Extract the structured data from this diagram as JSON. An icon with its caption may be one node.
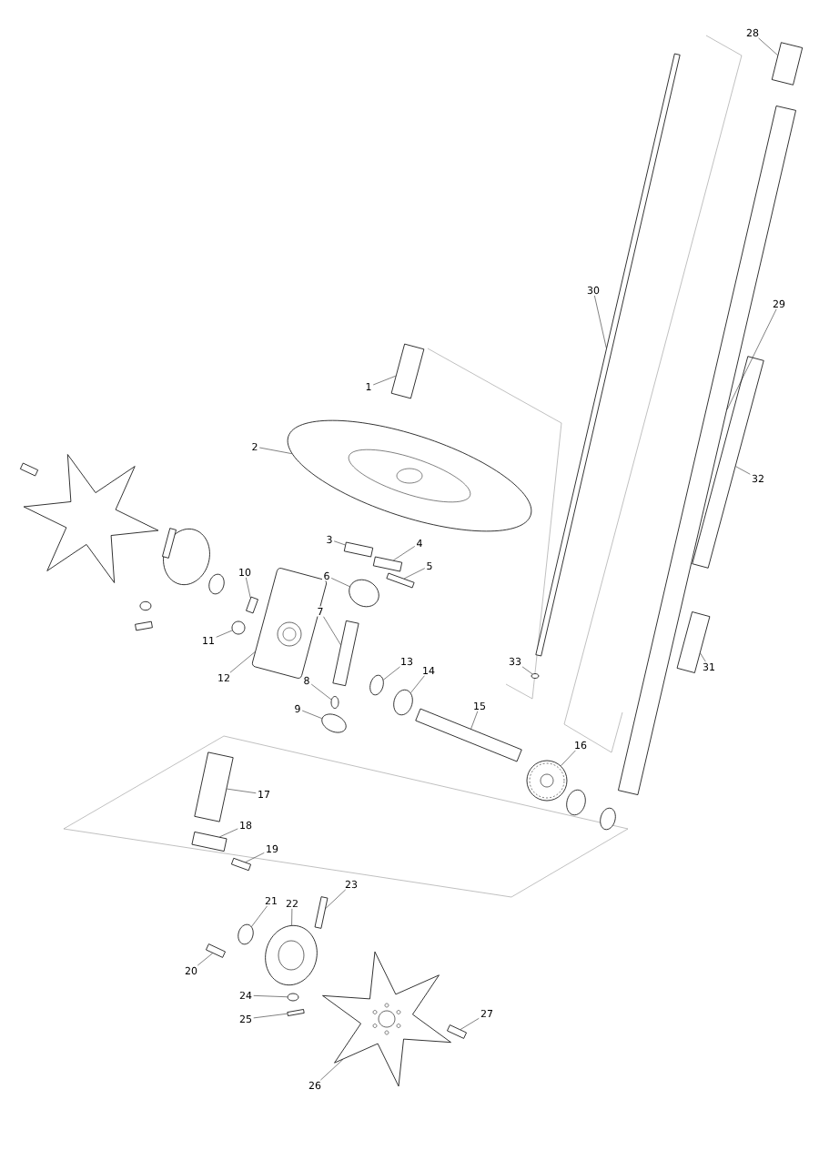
{
  "diagram": {
    "nodes": [
      {
        "text": [
          "1"
        ]
      },
      {
        "text": [
          "2"
        ]
      },
      {
        "text": [
          "3"
        ]
      },
      {
        "text": [
          "4"
        ]
      },
      {
        "text": [
          "5"
        ]
      },
      {
        "text": [
          "6"
        ]
      },
      {
        "text": [
          "7"
        ]
      },
      {
        "text": [
          "8"
        ]
      },
      {
        "text": [
          "9"
        ]
      },
      {
        "text": [
          "10"
        ]
      },
      {
        "text": [
          "11"
        ]
      },
      {
        "text": [
          "12"
        ]
      },
      {
        "text": [
          "13"
        ]
      },
      {
        "text": [
          "14"
        ]
      },
      {
        "text": [
          "15"
        ]
      },
      {
        "text": [
          "16"
        ]
      },
      {
        "text": [
          "17"
        ]
      },
      {
        "text": [
          "18"
        ]
      },
      {
        "text": [
          "19"
        ]
      },
      {
        "text": [
          "20"
        ]
      },
      {
        "text": [
          "21"
        ]
      },
      {
        "text": [
          "22"
        ]
      },
      {
        "text": [
          "23"
        ]
      },
      {
        "text": [
          "24"
        ]
      },
      {
        "text": [
          "25"
        ]
      },
      {
        "text": [
          "26"
        ]
      },
      {
        "text": [
          "27"
        ]
      },
      {
        "text": [
          "28"
        ]
      },
      {
        "text": [
          "29"
        ]
      },
      {
        "text": [
          "30"
        ]
      },
      {
        "text": [
          "31"
        ]
      },
      {
        "text": [
          "32"
        ]
      },
      {
        "text": [
          "33"
        ]
      },
      {
        "text": [],
        "shape": "box"
      },
      {
        "text": [],
        "shape": "picture"
      },
      {
        "text": [],
        "shape": "box"
      },
      {
        "text": [],
        "shape": "box"
      },
      {
        "text": [],
        "shape": "box"
      },
      {
        "text": [],
        "shape": "circle"
      },
      {
        "text": [],
        "shape": "box"
      },
      {
        "text": [],
        "shape": "circle"
      },
      {
        "text": [],
        "shape": "circle"
      },
      {
        "text": [],
        "shape": "box"
      },
      {
        "text": [],
        "shape": "circle"
      },
      {
        "text": [],
        "shape": "picture"
      },
      {
        "text": [],
        "shape": "circle"
      },
      {
        "text": [],
        "shape": "circle"
      },
      {
        "text": [],
        "shape": "box"
      },
      {
        "text": [],
        "shape": "picture"
      },
      {
        "text": [],
        "shape": "box"
      },
      {
        "text": [],
        "shape": "box"
      },
      {
        "text": [],
        "shape": "box"
      },
      {
        "text": [],
        "shape": "box"
      },
      {
        "text": [],
        "shape": "circle"
      },
      {
        "text": [],
        "shape": "picture"
      },
      {
        "text": [],
        "shape": "box"
      },
      {
        "text": [],
        "shape": "circle"
      },
      {
        "text": [],
        "shape": "box"
      },
      {
        "text": [],
        "shape": "picture"
      },
      {
        "text": [],
        "shape": "box"
      },
      {
        "text": [],
        "shape": "box"
      },
      {
        "text": [],
        "shape": "box"
      },
      {
        "text": [],
        "shape": "box"
      },
      {
        "text": [],
        "shape": "box"
      },
      {
        "text": [],
        "shape": "box"
      },
      {
        "text": [],
        "shape": "circle"
      }
    ],
    "edges": [
      {
        "from": 0,
        "to": 33,
        "arrow": "none"
      },
      {
        "from": 1,
        "to": 34,
        "arrow": "none"
      },
      {
        "from": 2,
        "to": 35,
        "arrow": "none"
      },
      {
        "from": 3,
        "to": 36,
        "arrow": "none"
      },
      {
        "from": 4,
        "to": 37,
        "arrow": "none"
      },
      {
        "from": 5,
        "to": 38,
        "arrow": "none"
      },
      {
        "from": 6,
        "to": 39,
        "arrow": "none"
      },
      {
        "from": 7,
        "to": 40,
        "arrow": "none"
      },
      {
        "from": 8,
        "to": 41,
        "arrow": "none"
      },
      {
        "from": 9,
        "to": 42,
        "arrow": "none"
      },
      {
        "from": 10,
        "to": 43,
        "arrow": "none"
      },
      {
        "from": 11,
        "to": 44,
        "arrow": "none"
      },
      {
        "from": 12,
        "to": 45,
        "arrow": "none"
      },
      {
        "from": 13,
        "to": 46,
        "arrow": "none"
      },
      {
        "from": 14,
        "to": 47,
        "arrow": "none"
      },
      {
        "from": 15,
        "to": 48,
        "arrow": "none"
      },
      {
        "from": 16,
        "to": 49,
        "arrow": "none"
      },
      {
        "from": 17,
        "to": 50,
        "arrow": "none"
      },
      {
        "from": 18,
        "to": 51,
        "arrow": "none"
      },
      {
        "from": 19,
        "to": 52,
        "arrow": "none"
      },
      {
        "from": 20,
        "to": 53,
        "arrow": "none"
      },
      {
        "from": 21,
        "to": 54,
        "arrow": "none"
      },
      {
        "from": 22,
        "to": 55,
        "arrow": "none"
      },
      {
        "from": 23,
        "to": 56,
        "arrow": "none"
      },
      {
        "from": 24,
        "to": 57,
        "arrow": "none"
      },
      {
        "from": 25,
        "to": 58,
        "arrow": "none"
      },
      {
        "from": 26,
        "to": 59,
        "arrow": "none"
      },
      {
        "from": 27,
        "to": 60,
        "arrow": "none"
      },
      {
        "from": 28,
        "to": 61,
        "arrow": "none"
      },
      {
        "from": 29,
        "to": 62,
        "arrow": "none"
      },
      {
        "from": 30,
        "to": 63,
        "arrow": "none"
      },
      {
        "from": 31,
        "to": 64,
        "arrow": "none"
      },
      {
        "from": 32,
        "to": 65,
        "arrow": "none"
      }
    ]
  }
}
